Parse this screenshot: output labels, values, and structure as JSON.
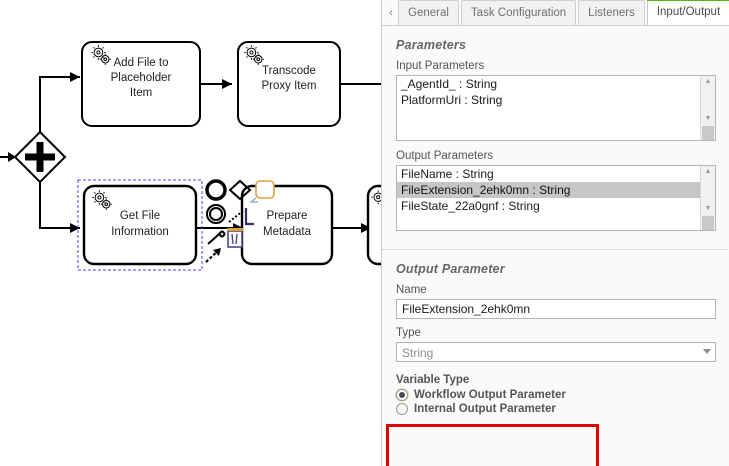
{
  "canvas": {
    "name": "bpmn-diagram-canvas",
    "gateway": {
      "type": "parallel-gateway",
      "marker": "+"
    },
    "tasks": [
      {
        "id": "add-file",
        "label_lines": [
          "Add File to",
          "Placeholder",
          "Item"
        ],
        "marker": "service-task-gear-icon",
        "selected": false
      },
      {
        "id": "transcode",
        "label_lines": [
          "Transcode",
          "Proxy Item"
        ],
        "marker": "service-task-gear-icon",
        "selected": false
      },
      {
        "id": "get-file-info",
        "label_lines": [
          "Get File",
          "Information"
        ],
        "marker": "service-task-gear-icon",
        "selected": true
      },
      {
        "id": "prepare-metadata",
        "label_lines": [
          "Prepare",
          "Metadata"
        ],
        "marker": "",
        "selected": false
      }
    ],
    "context_pad": [
      "end-event-icon",
      "gateway-icon",
      "task-icon",
      "intermediate-event-icon",
      "connect-icon",
      "wrench-icon",
      "trash-icon",
      "append-arrow-icon"
    ]
  },
  "panel": {
    "tabs": [
      {
        "label": "General",
        "active": false
      },
      {
        "label": "Task Configuration",
        "active": false
      },
      {
        "label": "Listeners",
        "active": false
      },
      {
        "label": "Input/Output",
        "active": true
      }
    ],
    "scroll_left_glyph": "‹",
    "parameters": {
      "group_title": "Parameters",
      "input": {
        "label": "Input Parameters",
        "items": [
          {
            "text": "_AgentId_ : String",
            "selected": false
          },
          {
            "text": "PlatformUri : String",
            "selected": false
          }
        ]
      },
      "output": {
        "label": "Output Parameters",
        "items": [
          {
            "text": "FileName : String",
            "selected": false
          },
          {
            "text": "FileExtension_2ehk0mn : String",
            "selected": true
          },
          {
            "text": "FileState_22a0gnf : String",
            "selected": false
          }
        ]
      }
    },
    "output_parameter": {
      "group_title": "Output Parameter",
      "name_label": "Name",
      "name_value": "FileExtension_2ehk0mn",
      "type_label": "Type",
      "type_value": "String",
      "variable_type_label": "Variable Type",
      "variable_type_options": [
        {
          "label": "Workflow Output Parameter",
          "checked": true
        },
        {
          "label": "Internal Output Parameter",
          "checked": false
        }
      ]
    }
  },
  "colors": {
    "accent_green": "#52b415",
    "annotation_red": "#e00000",
    "selection_blue": "#4444ee",
    "list_selection_gray": "#c6c6c6"
  }
}
